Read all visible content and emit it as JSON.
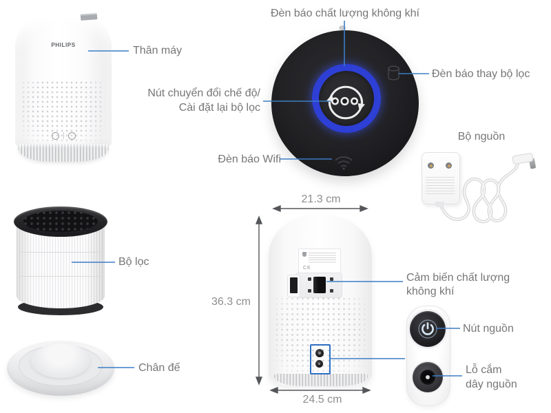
{
  "product": {
    "brand": "PHILIPS",
    "front": {
      "label": "Thân máy"
    },
    "panel": {
      "air_quality": "Đèn báo chất lượng không khí",
      "filter_replace": "Đèn báo thay bộ lọc",
      "mode_line1": "Nút chuyển đổi chế độ/",
      "mode_line2": "Cài đặt lại bộ lọc",
      "wifi": "Đèn báo Wifi"
    },
    "adapter": {
      "label": "Bộ nguồn"
    },
    "filter": {
      "label": "Bộ lọc"
    },
    "base": {
      "label": "Chân đế"
    },
    "back": {
      "dim_top": "21.3 cm",
      "dim_height": "36.3 cm",
      "dim_bottom": "24.5 cm",
      "sensor_line1": "Cảm biến chất lượng",
      "sensor_line2": "không khí",
      "sticker_mark": "CE"
    },
    "ports": {
      "power": "Nút nguồn",
      "jack_line1": "Lỗ cắm",
      "jack_line2": "dây nguồn"
    }
  },
  "icons": {
    "mode_reset": "circular-arrows-with-three-dots",
    "filter_replace": "filter-cartridge-outline",
    "wifi": "wifi-waves",
    "power": "power-symbol"
  },
  "colors": {
    "leader_blue": "#3c7dc5",
    "ring_blue": "#2e3fd6",
    "label_gray": "#767676",
    "dim_gray": "#8d8d8d",
    "panel_black": "#1c1c1f"
  }
}
